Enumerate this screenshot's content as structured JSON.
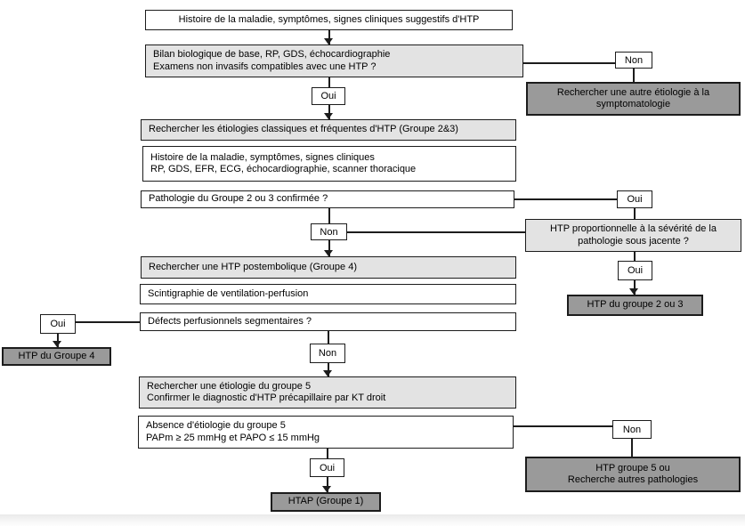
{
  "diagram": {
    "language": "fr",
    "subject": "Algorithme diagnostique de l'HTP (hypertension pulmonaire)"
  },
  "colors": {
    "box_white": "#ffffff",
    "box_light_gray": "#e3e3e3",
    "box_dark_gray": "#9a9a9a",
    "line_black": "#1c1c1c",
    "footer_strip": "#e9e9e9"
  },
  "nodes": {
    "history": {
      "text": "Histoire de la maladie, symptômes, signes cliniques suggestifs d'HTP"
    },
    "bilan": {
      "text": "Bilan biologique de base, RP, GDS, échocardiographie\nExamens non invasifs compatibles avec une HTP ?"
    },
    "non1": {
      "text": "Non"
    },
    "autre_etiologie": {
      "text": "Rechercher une autre étiologie à la\nsymptomatologie"
    },
    "oui1": {
      "text": "Oui"
    },
    "groupe23": {
      "text": "Rechercher les étiologies classiques et fréquentes d'HTP (Groupe 2&3)"
    },
    "histoire2": {
      "text": "Histoire de la maladie, symptômes, signes cliniques\nRP, GDS, EFR, ECG, échocardiographie, scanner thoracique"
    },
    "pathologie": {
      "text": "Pathologie du Groupe 2 ou 3 confirmée ?"
    },
    "oui2": {
      "text": "Oui"
    },
    "proportionnelle": {
      "text": "HTP proportionnelle à la sévérité de la\npathologie sous jacente ?"
    },
    "non2": {
      "text": "Non"
    },
    "oui3": {
      "text": "Oui"
    },
    "htp_groupe23": {
      "text": "HTP du groupe 2 ou 3"
    },
    "postembolique": {
      "text": "Rechercher une HTP postembolique (Groupe 4)"
    },
    "scintigraphie": {
      "text": "Scintigraphie de ventilation-perfusion"
    },
    "defects": {
      "text": "Défects perfusionnels segmentaires ?"
    },
    "oui_gauche": {
      "text": "Oui"
    },
    "htp_groupe4": {
      "text": "HTP du Groupe 4"
    },
    "non3": {
      "text": "Non"
    },
    "groupe5": {
      "text": "Rechercher une étiologie du groupe 5\nConfirmer le diagnostic d'HTP précapillaire par KT droit"
    },
    "absence": {
      "text": "Absence d'étiologie du groupe 5\nPAPm ≥ 25 mmHg et PAPO ≤ 15 mmHg"
    },
    "non4": {
      "text": "Non"
    },
    "htp_groupe5": {
      "text": "HTP groupe 5 ou\nRecherche autres pathologies"
    },
    "oui4": {
      "text": "Oui"
    },
    "htap": {
      "text": "HTAP (Groupe 1)"
    }
  }
}
